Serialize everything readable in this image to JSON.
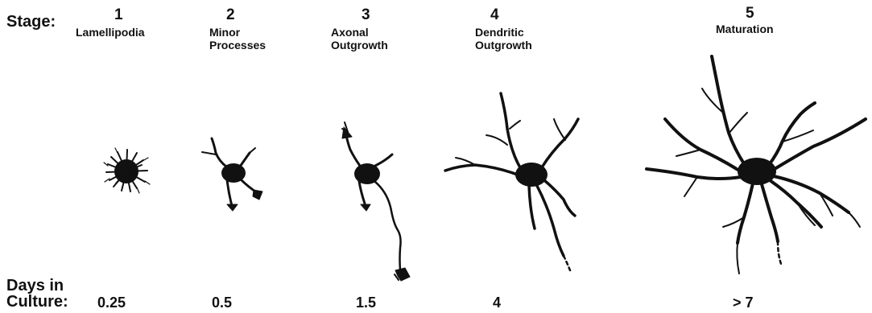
{
  "stage_label": "Stage:",
  "days_label_line1": "Days in",
  "days_label_line2": "Culture:",
  "stages": [
    {
      "number": "1",
      "name_line1": "Lamellipodia",
      "name_line2": "",
      "days": "0.25"
    },
    {
      "number": "2",
      "name_line1": "Minor",
      "name_line2": "Processes",
      "days": "0.5"
    },
    {
      "number": "3",
      "name_line1": "Axonal",
      "name_line2": "Outgrowth",
      "days": "1.5"
    },
    {
      "number": "4",
      "name_line1": "Dendritic",
      "name_line2": "Outgrowth",
      "days": "4"
    },
    {
      "number": "5",
      "name_line1": "Maturation",
      "name_line2": "",
      "days": "> 7"
    }
  ],
  "colors": {
    "ink": "#111111",
    "background": "#ffffff"
  }
}
